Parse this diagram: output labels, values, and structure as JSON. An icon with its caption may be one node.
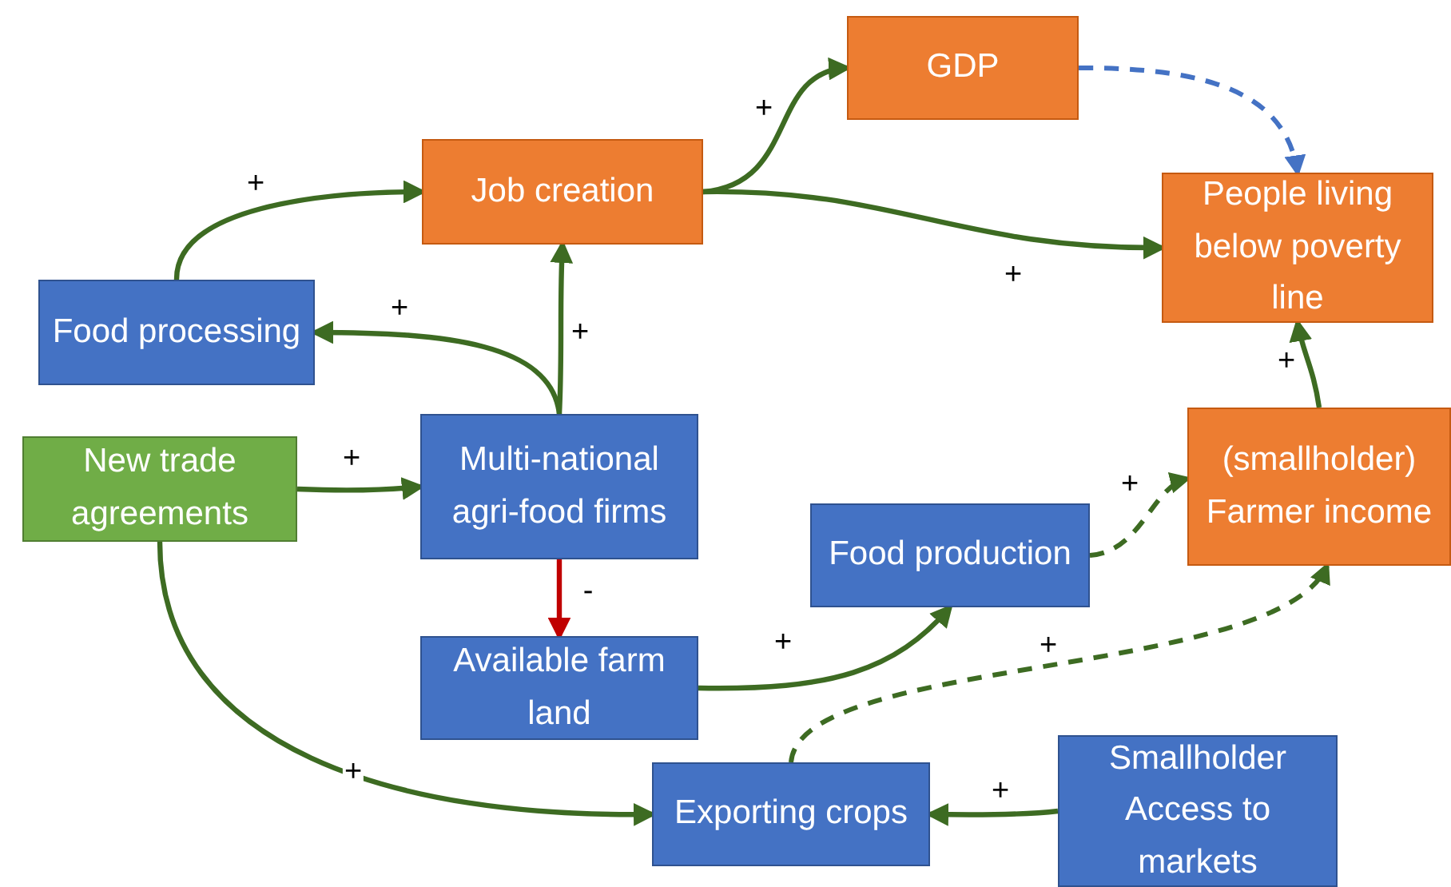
{
  "diagram": {
    "nodes": [
      {
        "text": [
          "GDP"
        ]
      },
      {
        "text": [
          "Job creation"
        ]
      },
      {
        "text": [
          "People living below poverty line"
        ]
      },
      {
        "text": [
          "Food processing"
        ]
      },
      {
        "text": [
          "New trade agreements"
        ]
      },
      {
        "text": [
          "Multi-national agri-food firms"
        ]
      },
      {
        "text": [
          "(smallholder) Farmer income"
        ]
      },
      {
        "text": [
          "Food production"
        ]
      },
      {
        "text": [
          "Available farm land"
        ]
      },
      {
        "text": [
          "Exporting crops"
        ]
      },
      {
        "text": [
          "Smallholder Access to markets"
        ]
      }
    ],
    "edges": [
      {
        "from": 1,
        "to": 0,
        "arrow": "to",
        "label": "+"
      },
      {
        "from": 0,
        "to": 2,
        "arrow": "to",
        "style": "dashed",
        "color": "#4472c4"
      },
      {
        "from": 1,
        "to": 2,
        "arrow": "to",
        "label": "+"
      },
      {
        "from": 3,
        "to": 1,
        "arrow": "to",
        "label": "+"
      },
      {
        "from": 5,
        "to": 3,
        "arrow": "to",
        "label": "+"
      },
      {
        "from": 5,
        "to": 1,
        "arrow": "to",
        "label": "+"
      },
      {
        "from": 4,
        "to": 5,
        "arrow": "to",
        "label": "+"
      },
      {
        "from": 5,
        "to": 8,
        "arrow": "to",
        "label": "-",
        "color": "#c00000"
      },
      {
        "from": 8,
        "to": 7,
        "arrow": "to",
        "label": "+"
      },
      {
        "from": 7,
        "to": 6,
        "arrow": "to",
        "label": "+",
        "style": "dashed"
      },
      {
        "from": 6,
        "to": 2,
        "arrow": "to",
        "label": "+"
      },
      {
        "from": 4,
        "to": 9,
        "arrow": "to",
        "label": "+"
      },
      {
        "from": 9,
        "to": 6,
        "arrow": "to",
        "label": "+",
        "style": "dashed"
      },
      {
        "from": 10,
        "to": 9,
        "arrow": "to",
        "label": "+"
      }
    ]
  }
}
